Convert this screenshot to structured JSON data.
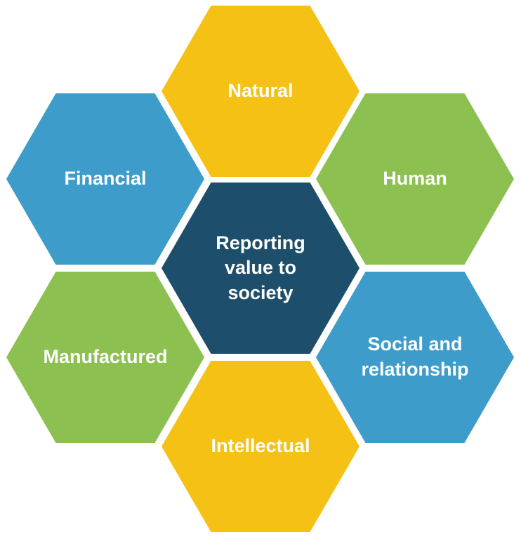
{
  "diagram": {
    "title": "Reporting value to society",
    "background_color": "#FFFFFF",
    "text_color": "#FFFFFF",
    "center": {
      "label": "Reporting value to society",
      "color": "#1D4E6B"
    },
    "hexagons": [
      {
        "label": "Natural",
        "position": "top",
        "color": "#F5C114"
      },
      {
        "label": "Human",
        "position": "top-right",
        "color": "#8CC051"
      },
      {
        "label": "Social and relationship",
        "position": "bottom-right",
        "color": "#3D9CC9"
      },
      {
        "label": "Intellectual",
        "position": "bottom",
        "color": "#F5C114"
      },
      {
        "label": "Manufactured",
        "position": "bottom-left",
        "color": "#8CC051"
      },
      {
        "label": "Financial",
        "position": "top-left",
        "color": "#3D9CC9"
      }
    ]
  }
}
